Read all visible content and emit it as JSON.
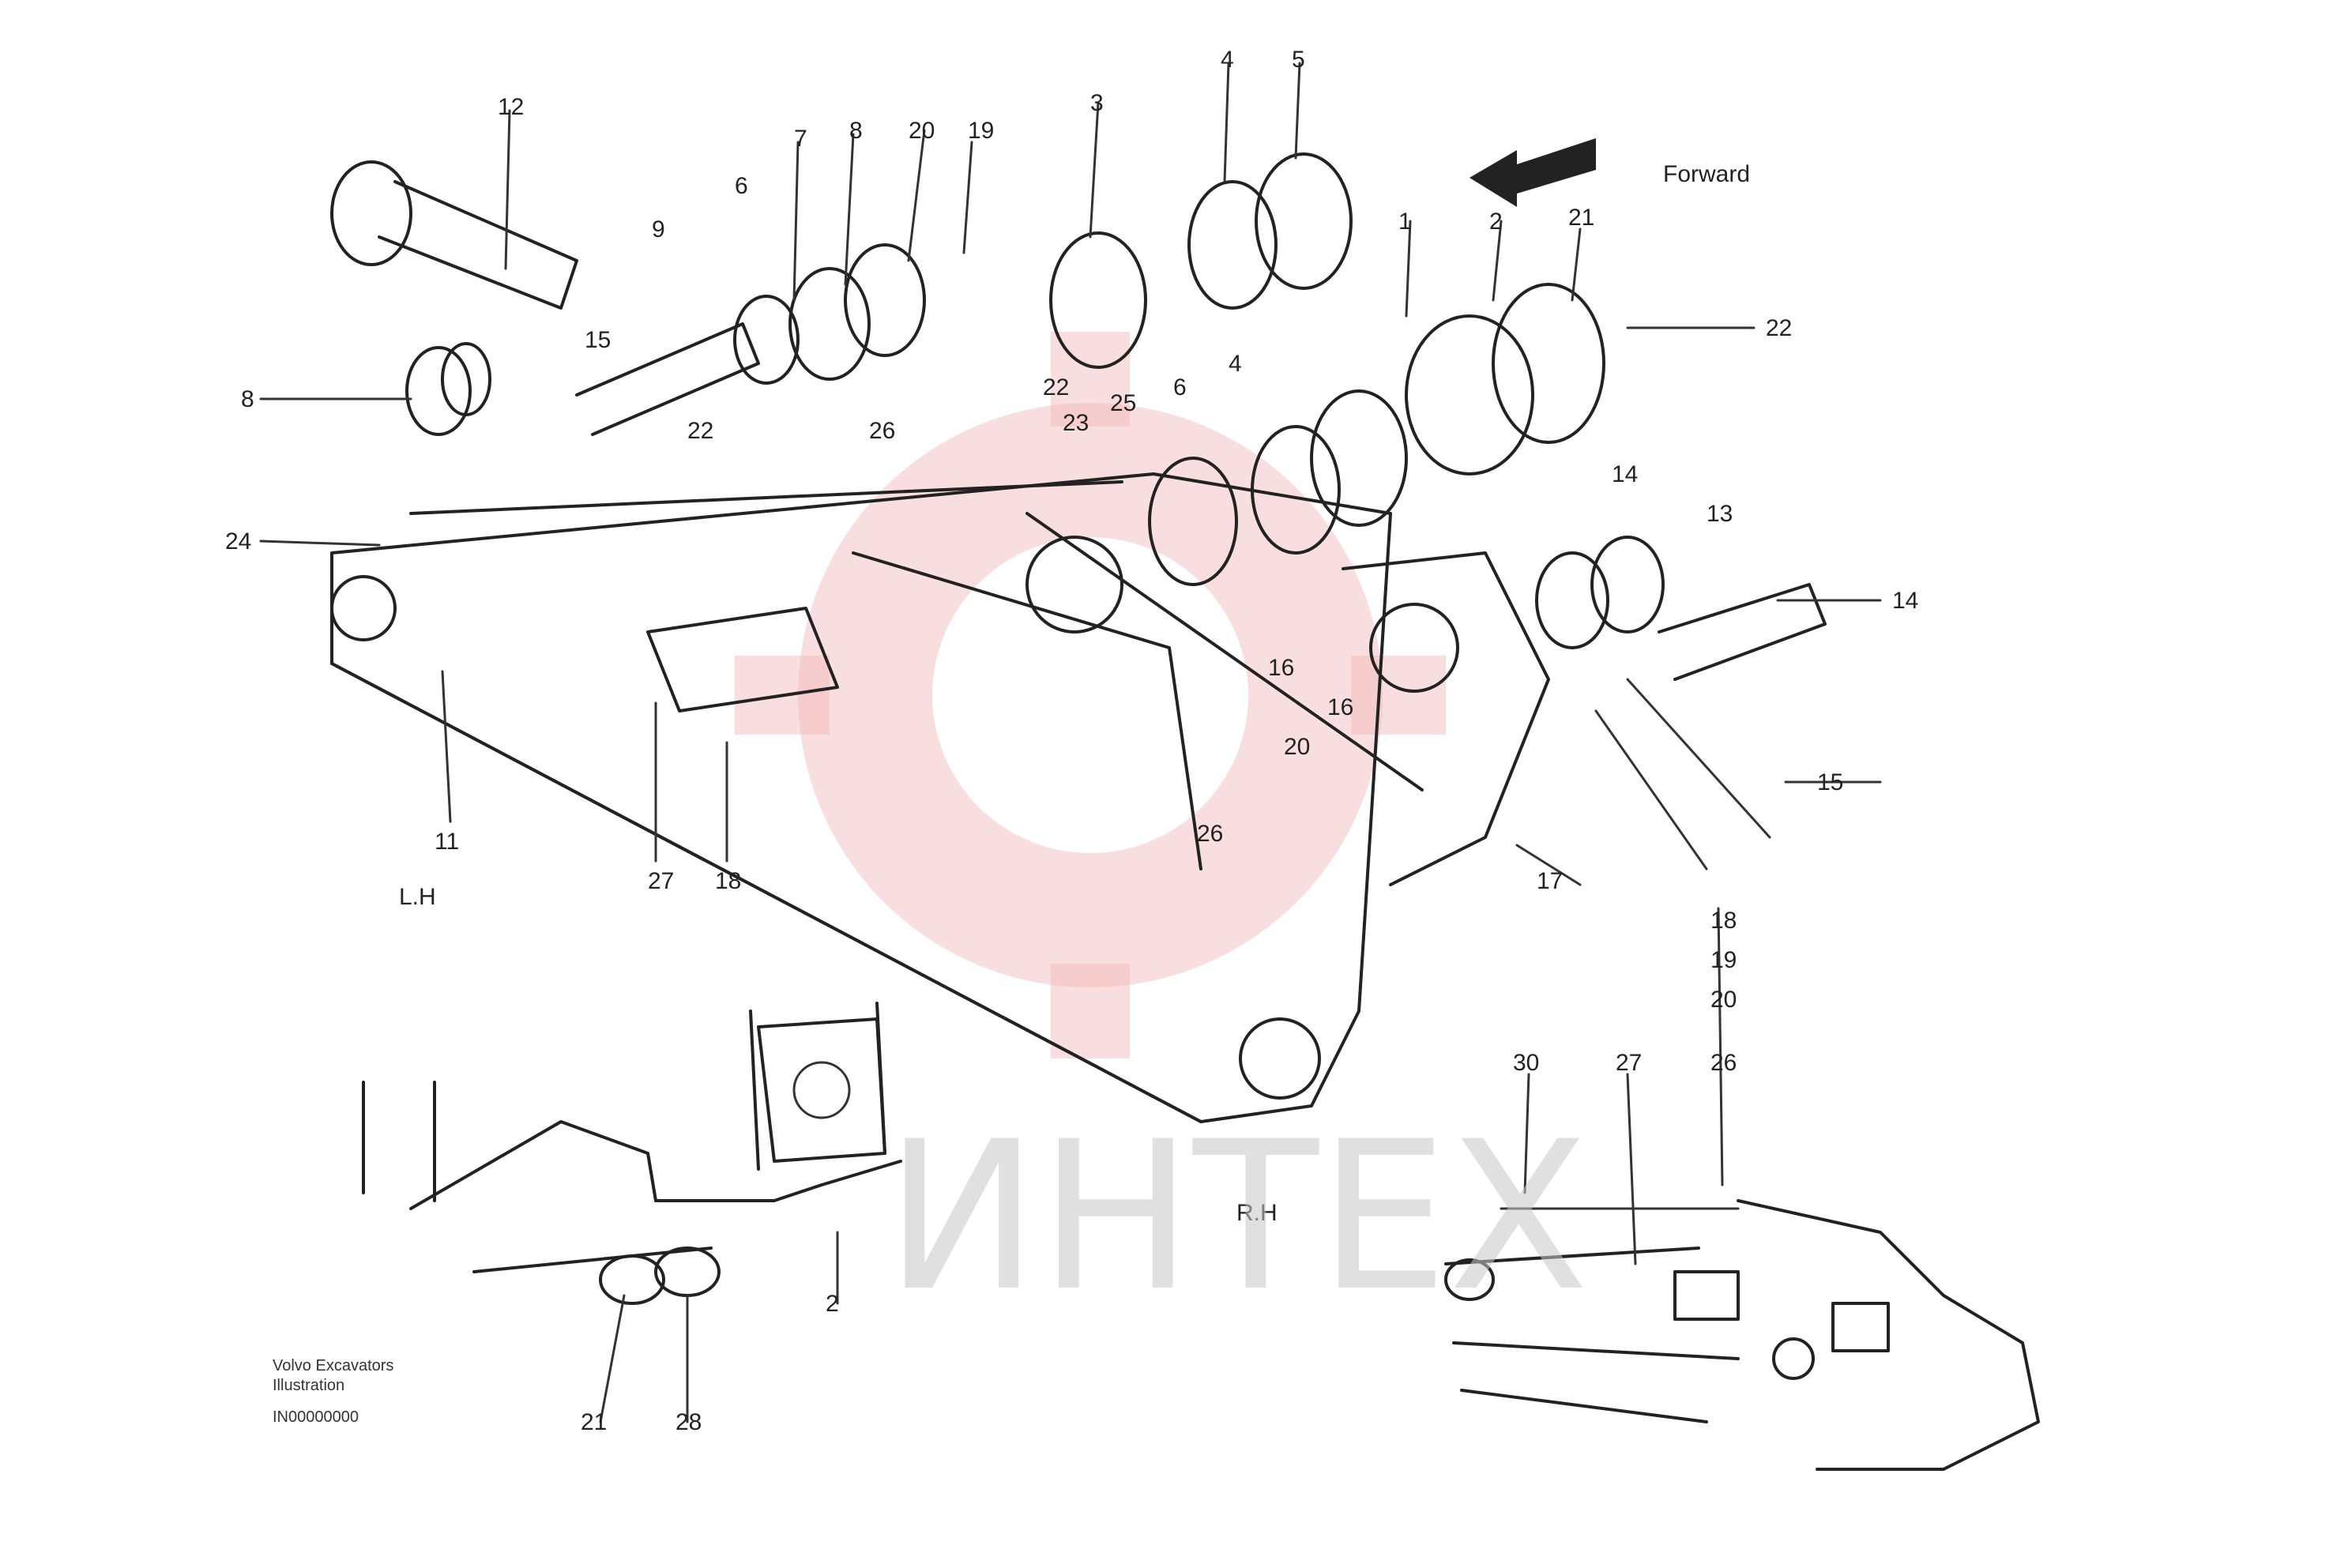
{
  "watermark": {
    "text": "ИНТЕХ",
    "gear_color": "#f2b6b8",
    "text_color": "#c8c8c8"
  },
  "direction_label": "Forward",
  "side_labels": {
    "left": "L.H",
    "right": "R.H"
  },
  "footer": {
    "line1": "Volvo Excavators",
    "line2": "Illustration",
    "code": "IN00000000"
  },
  "part_labels": [
    "12",
    "7",
    "8",
    "20",
    "19",
    "3",
    "4",
    "5",
    "6",
    "9",
    "15",
    "8",
    "24",
    "22",
    "26",
    "22",
    "23",
    "25",
    "6",
    "4",
    "1",
    "2",
    "21",
    "22",
    "14",
    "13",
    "14",
    "15",
    "16",
    "16",
    "20",
    "17",
    "26",
    "11",
    "27",
    "18",
    "18",
    "19",
    "20",
    "30",
    "27",
    "26",
    "2",
    "21",
    "28"
  ]
}
